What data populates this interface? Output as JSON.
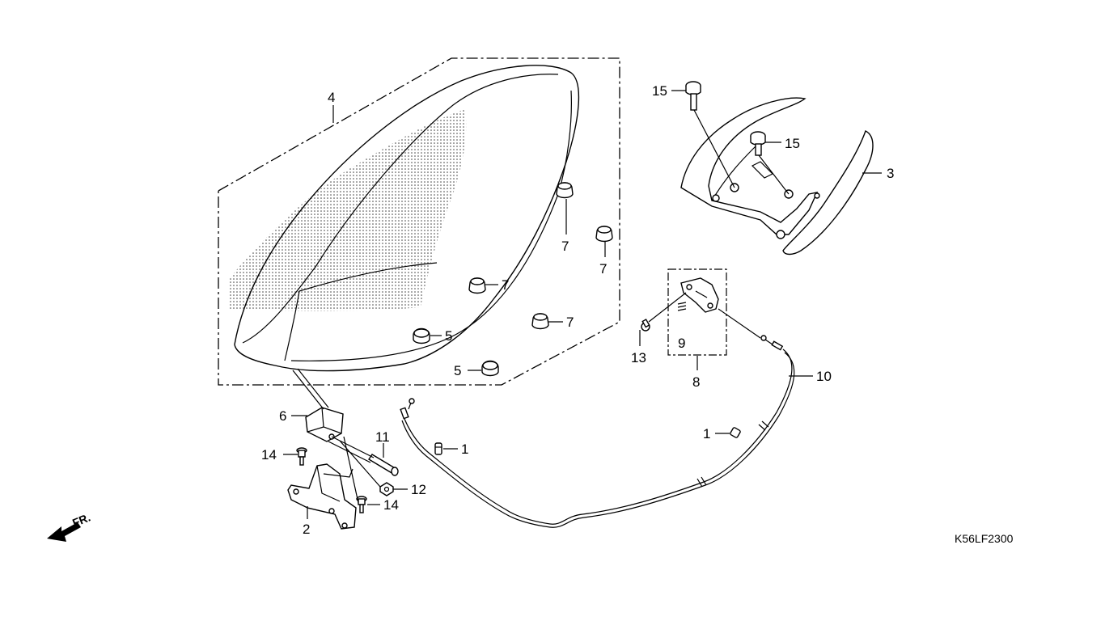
{
  "diagram": {
    "drawing_code": "K56LF2300",
    "direction_label": "FR.",
    "callouts": {
      "c1a": "1",
      "c1b": "1",
      "c2": "2",
      "c3": "3",
      "c4": "4",
      "c5a": "5",
      "c5b": "5",
      "c6": "6",
      "c7a": "7",
      "c7b": "7",
      "c7c": "7",
      "c7d": "7",
      "c8": "8",
      "c9": "9",
      "c10": "10",
      "c11": "11",
      "c12": "12",
      "c13": "13",
      "c14a": "14",
      "c14b": "14",
      "c15a": "15",
      "c15b": "15"
    }
  }
}
